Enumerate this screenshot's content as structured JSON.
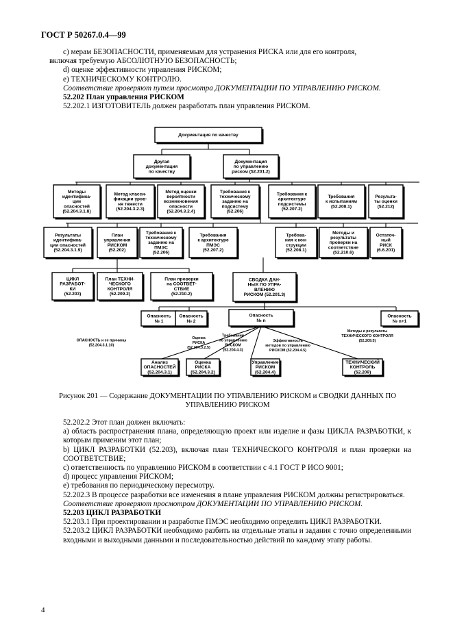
{
  "header": {
    "doc_id": "ГОСТ Р 50267.0.4—99"
  },
  "top_text": [
    "c) мерам БЕЗОПАСНОСТИ, применяемым для устранения РИСКА или для его контроля,",
    "включая требуемую АБСОЛЮТНУЮ БЕЗОПАСНОСТЬ;",
    "d) оценке эффективности управления РИСКОМ;",
    "e) ТЕХНИЧЕСКОМУ КОНТРОЛЮ.",
    "Соответствие проверяют путем просмотра ДОКУМЕНТАЦИИ ПО УПРАВЛЕНИЮ РИСКОМ.",
    "52.202 План управления РИСКОМ",
    "52.202.1 ИЗГОТОВИТЕЛЬ должен разработать план управления РИСКОМ."
  ],
  "diagram": {
    "root": [
      "Документация по качеству"
    ],
    "l1_other": [
      "Другая",
      "документация",
      "по качеству"
    ],
    "l1_risk": [
      "Документация",
      "по управлению",
      "риском (52.201.2)"
    ],
    "row2": [
      [
        "Методы",
        "идентифика-",
        "ции",
        "опасностей",
        "(52.204.3.1.8)"
      ],
      [
        "Метод класси-",
        "фикации уров-",
        "ня тяжести",
        "(52.204.3.2.3)"
      ],
      [
        "Метод оценки",
        "вероятности",
        "возникновения",
        "опасности",
        "(52.204.3.2.4)"
      ],
      [
        "Требования к",
        "техническому",
        "заданию на",
        "подсистему",
        "(52.206)"
      ],
      [
        "Требования к",
        "архитектуре",
        "подсистемы",
        "(52.207.2)"
      ],
      [
        "Требования",
        "к испытаниям",
        "(52.208.1)"
      ],
      [
        "Результа-",
        "ты оценки",
        "(52.212)"
      ]
    ],
    "row3": [
      [
        "Результаты",
        "идентифика-",
        "ции опасностей",
        "(52.204.3.1.9)"
      ],
      [
        "План",
        "управления",
        "РИСКОМ",
        "(52.202)"
      ],
      [
        "Требования к",
        "техническому",
        "заданию на",
        "ПМЭС",
        "(52.206)"
      ],
      [
        "Требования",
        "к архитектуре",
        "ПМЭС",
        "(52.207.2)"
      ],
      [
        "Требова-",
        "ния к кон-",
        "струкции",
        "(52.208.1)"
      ],
      [
        "Методы и",
        "результаты",
        "проверки на",
        "соответствие",
        "(52.210.6)"
      ],
      [
        "Остаточ-",
        "ный",
        "РИСК",
        "(6.6.201)"
      ]
    ],
    "row4": [
      [
        "ЦИКЛ",
        "РАЗРАБОТ-",
        "КИ",
        "(52.203)"
      ],
      [
        "План ТЕХНИ-",
        "ЧЕСКОГО",
        "КОНТРОЛЯ",
        "(52.209.2)"
      ],
      [
        "План проверки",
        "на СООТВЕТ-",
        "СТВИЕ",
        "(52.210.2)"
      ]
    ],
    "summary": [
      "СВОДКА ДАН-",
      "НЫХ ПО УПРА-",
      "ВЛЕНИЮ",
      "РИСКОМ (52.201.3)"
    ],
    "hazards": [
      [
        "Опасность",
        "№ 1"
      ],
      [
        "Опасность",
        "№ 2"
      ],
      [
        "Опасность",
        "№ n"
      ],
      [
        "Опасность",
        "№ n+1"
      ]
    ],
    "labels": {
      "hazard_causes": [
        "ОПАСНОСТЬ и ее причины",
        "(52.204.3.1.10)"
      ],
      "risk_eval": [
        "Оценка",
        "РИСКА",
        "(52.204.3.2.5)"
      ],
      "risk_reqs": [
        "Требования",
        "по управлению",
        "РИСКОМ",
        "(52.204.4.3)"
      ],
      "effectiveness": [
        "Эффективность",
        "методов по управлению",
        "РИСКОМ (52.204.4.5)"
      ],
      "tc_methods": [
        "Методы и результаты",
        "ТЕХНИЧЕСКОГО КОНТРОЛЯ",
        "(52.209.5)"
      ]
    },
    "bottom": [
      [
        "Анализ",
        "ОПАСНОСТЕЙ",
        "(52.204.3.1)"
      ],
      [
        "Оценка",
        "РИСКА",
        "(52.204.3.2)"
      ],
      [
        "Управление",
        "РИСКОМ",
        "(52.204.4)"
      ],
      [
        "ТЕХНИЧЕСКИЙ",
        "КОНТРОЛЬ",
        "(52.209)"
      ]
    ]
  },
  "caption": "Рисунок 201 — Содержание ДОКУМЕНТАЦИИ ПО УПРАВЛЕНИЮ РИСКОМ и СВОДКИ ДАННЫХ ПО УПРАВЛЕНИЮ РИСКОМ",
  "mid_text": {
    "p1": "52.202.2 Этот план должен включать:",
    "a": "a) область распространения плана, определяющую проект или изделие и фазы ЦИКЛА РАЗРАБОТКИ, к которым применим этот план;",
    "b": "b) ЦИКЛ РАЗРАБОТКИ (52.203), включая план ТЕХНИЧЕСКОГО КОНТРОЛЯ и план проверки на СООТВЕТСТВИЕ;",
    "c": "c) ответственность по управлению РИСКОМ в соответствии с 4.1 ГОСТ Р ИСО 9001;",
    "d": "d) процесс управления РИСКОМ;",
    "e": "e) требования по периодическому пересмотру.",
    "p3": "52.202.3 В процессе разработки все изменения в плане управления РИСКОМ должны регистрироваться.",
    "conf": "Соответствие проверяют просмотром ДОКУМЕНТАЦИИ ПО УПРАВЛЕНИЮ РИСКОМ.",
    "h203": "52.203 ЦИКЛ РАЗРАБОТКИ",
    "p2031": "52.203.1 При проектировании и разработке ПМЭС необходимо определить ЦИКЛ РАЗРАБОТКИ.",
    "p2032": "52.203.2 ЦИКЛ РАЗРАБОТКИ необходимо разбить на отдельные этапы и задания с точно определенными входными и выходными данными и последовательностью действий по каждому этапу работы."
  },
  "page_number": "4"
}
